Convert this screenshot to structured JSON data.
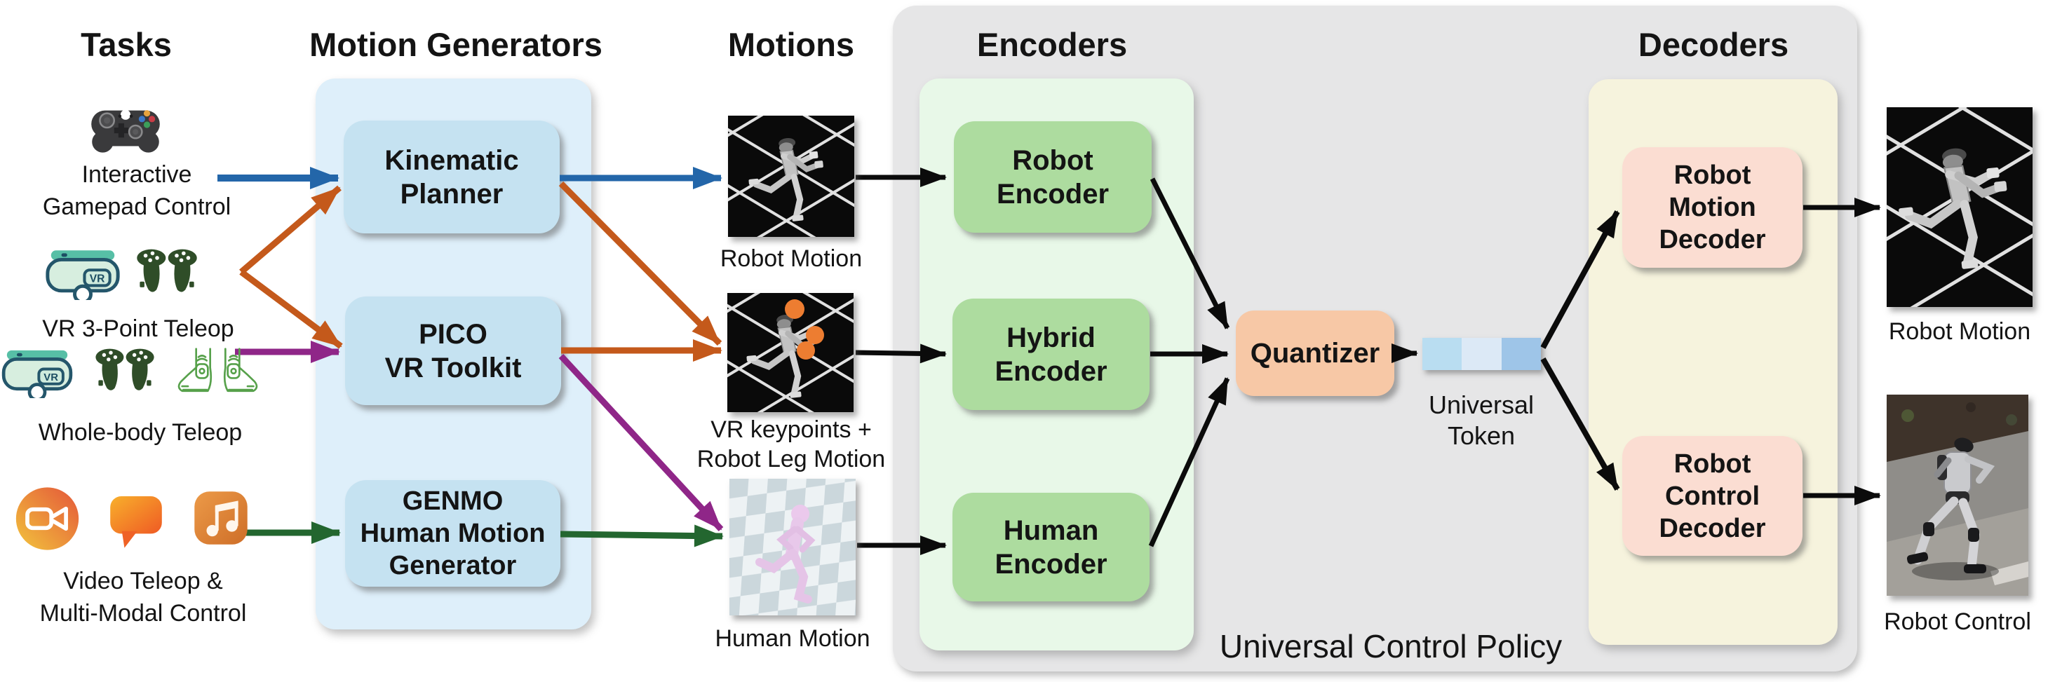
{
  "headings": {
    "tasks": "Tasks",
    "motion_generators": "Motion Generators",
    "motions": "Motions",
    "encoders": "Encoders",
    "decoders": "Decoders"
  },
  "tasks": {
    "items": [
      {
        "lines": [
          "Interactive",
          "Gamepad Control"
        ],
        "icons": [
          "gamepad-icon"
        ]
      },
      {
        "lines": [
          "VR 3-Point Teleop"
        ],
        "icons": [
          "vr-headset-icon",
          "vr-controllers-icon"
        ]
      },
      {
        "lines": [
          "Whole-body Teleop"
        ],
        "icons": [
          "vr-headset-icon",
          "vr-controllers-icon",
          "feet-trackers-icon"
        ]
      },
      {
        "lines": [
          "Video Teleop &",
          "Multi-Modal Control"
        ],
        "icons": [
          "video-call-icon",
          "chat-icon",
          "music-icon"
        ]
      }
    ]
  },
  "generators": {
    "boxes": [
      {
        "lines": [
          "Kinematic",
          "Planner"
        ]
      },
      {
        "lines": [
          "PICO",
          "VR Toolkit"
        ]
      },
      {
        "lines": [
          "GENMO",
          "Human Motion",
          "Generator"
        ]
      }
    ]
  },
  "motions": {
    "items": [
      {
        "caption_lines": [
          "Robot Motion"
        ],
        "image": "robot-motion-image"
      },
      {
        "caption_lines": [
          "VR keypoints +",
          "Robot Leg Motion"
        ],
        "image": "vr-keypoints-image"
      },
      {
        "caption_lines": [
          "Human Motion"
        ],
        "image": "human-motion-image"
      }
    ]
  },
  "encoders": {
    "boxes": [
      {
        "lines": [
          "Robot",
          "Encoder"
        ]
      },
      {
        "lines": [
          "Hybrid",
          "Encoder"
        ]
      },
      {
        "lines": [
          "Human",
          "Encoder"
        ]
      }
    ]
  },
  "policy": {
    "panel_label": "Universal Control Policy",
    "quantizer_label": "Quantizer",
    "token_label_lines": [
      "Universal",
      "Token"
    ],
    "token_colors": [
      "#B9DDF1",
      "#DCE9F6",
      "#9EC5E8"
    ]
  },
  "decoders": {
    "boxes": [
      {
        "lines": [
          "Robot",
          "Motion",
          "Decoder"
        ]
      },
      {
        "lines": [
          "Robot",
          "Control",
          "Decoder"
        ]
      }
    ]
  },
  "outputs": {
    "items": [
      {
        "caption": "Robot Motion",
        "image": "robot-motion-output-image"
      },
      {
        "caption": "Robot Control",
        "image": "robot-control-output-image"
      }
    ]
  },
  "vr_badge_text": "VR",
  "colors": {
    "background": "#FFFFFF",
    "policy_panel": "#E6E6E7",
    "generators_panel": "#DEEFFA",
    "generator_box": "#C5E2F1",
    "encoders_panel": "#E8F8E8",
    "encoder_box": "#ADDC9F",
    "decoders_panel": "#F6F3DD",
    "decoder_box": "#FBDDD2",
    "quantizer_box": "#F7C8A6",
    "arrow_blue": "#2366A9",
    "arrow_orange": "#C4591B",
    "arrow_purple": "#8F2688",
    "arrow_green": "#23662F",
    "arrow_black": "#0B0B0B",
    "text": "#141414"
  }
}
